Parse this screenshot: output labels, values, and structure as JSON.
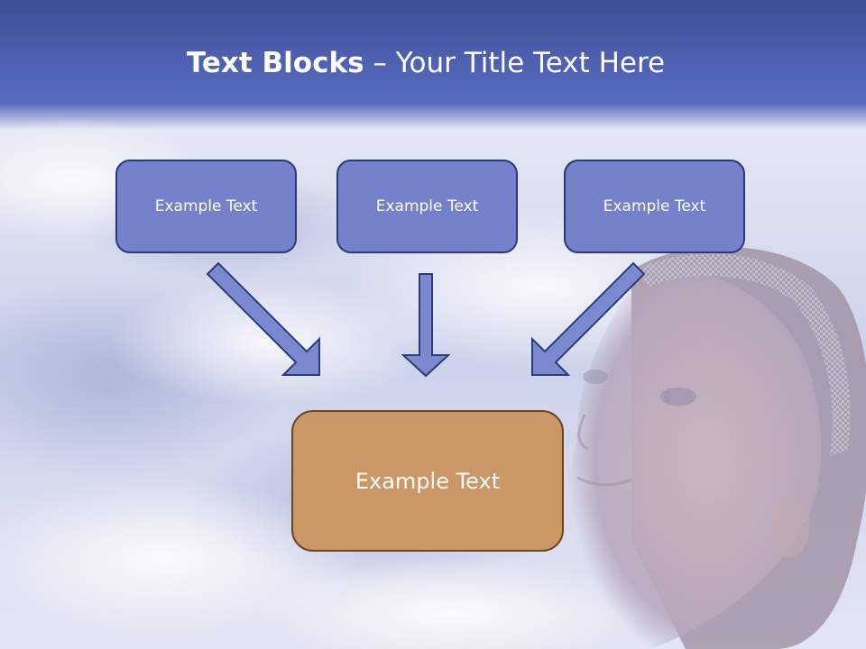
{
  "title": {
    "bold": "Text Blocks",
    "dash": "–",
    "rest": "Your Title Text Here"
  },
  "top_boxes": [
    "Example Text",
    "Example Text",
    "Example Text"
  ],
  "bottom_box": "Example Text",
  "colors": {
    "header_blue": "#4f63b8",
    "box_blue": "#7582cb",
    "box_blue_border": "#2a3a78",
    "box_orange": "#cc9766",
    "box_orange_border": "#6b4721",
    "arrow_fill": "#7b89cf",
    "arrow_stroke": "#2d3b7a"
  }
}
